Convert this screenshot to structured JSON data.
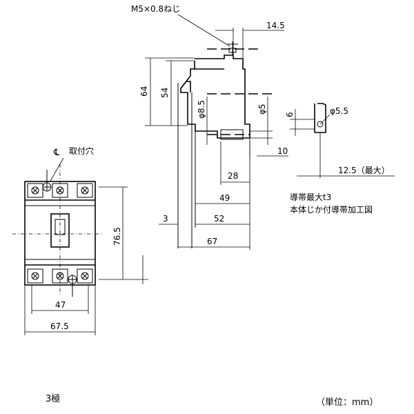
{
  "drawing": {
    "screw_note": "M5×0.8ねじ",
    "mounting_hole_label": "取付穴",
    "centerline_symbol": "℄",
    "poles_label": "3極",
    "unit_label": "（単位：mm）",
    "conductor_note_1": "導帯最大t3",
    "conductor_note_2": "本体じか付導帯加工図"
  },
  "dimensions": {
    "d_14_5": "14.5",
    "d_64": "64",
    "d_54": "54",
    "d_8_5": "φ8.5",
    "d_5": "φ5",
    "d_10": "10",
    "d_28": "28",
    "d_49": "49",
    "d_3": "3",
    "d_52": "52",
    "d_67": "67",
    "d_6": "6",
    "d_5_5": "φ5.5",
    "d_12_5": "12.5（最大）",
    "d_76_5": "76.5",
    "d_47": "47",
    "d_67_5": "67.5"
  }
}
